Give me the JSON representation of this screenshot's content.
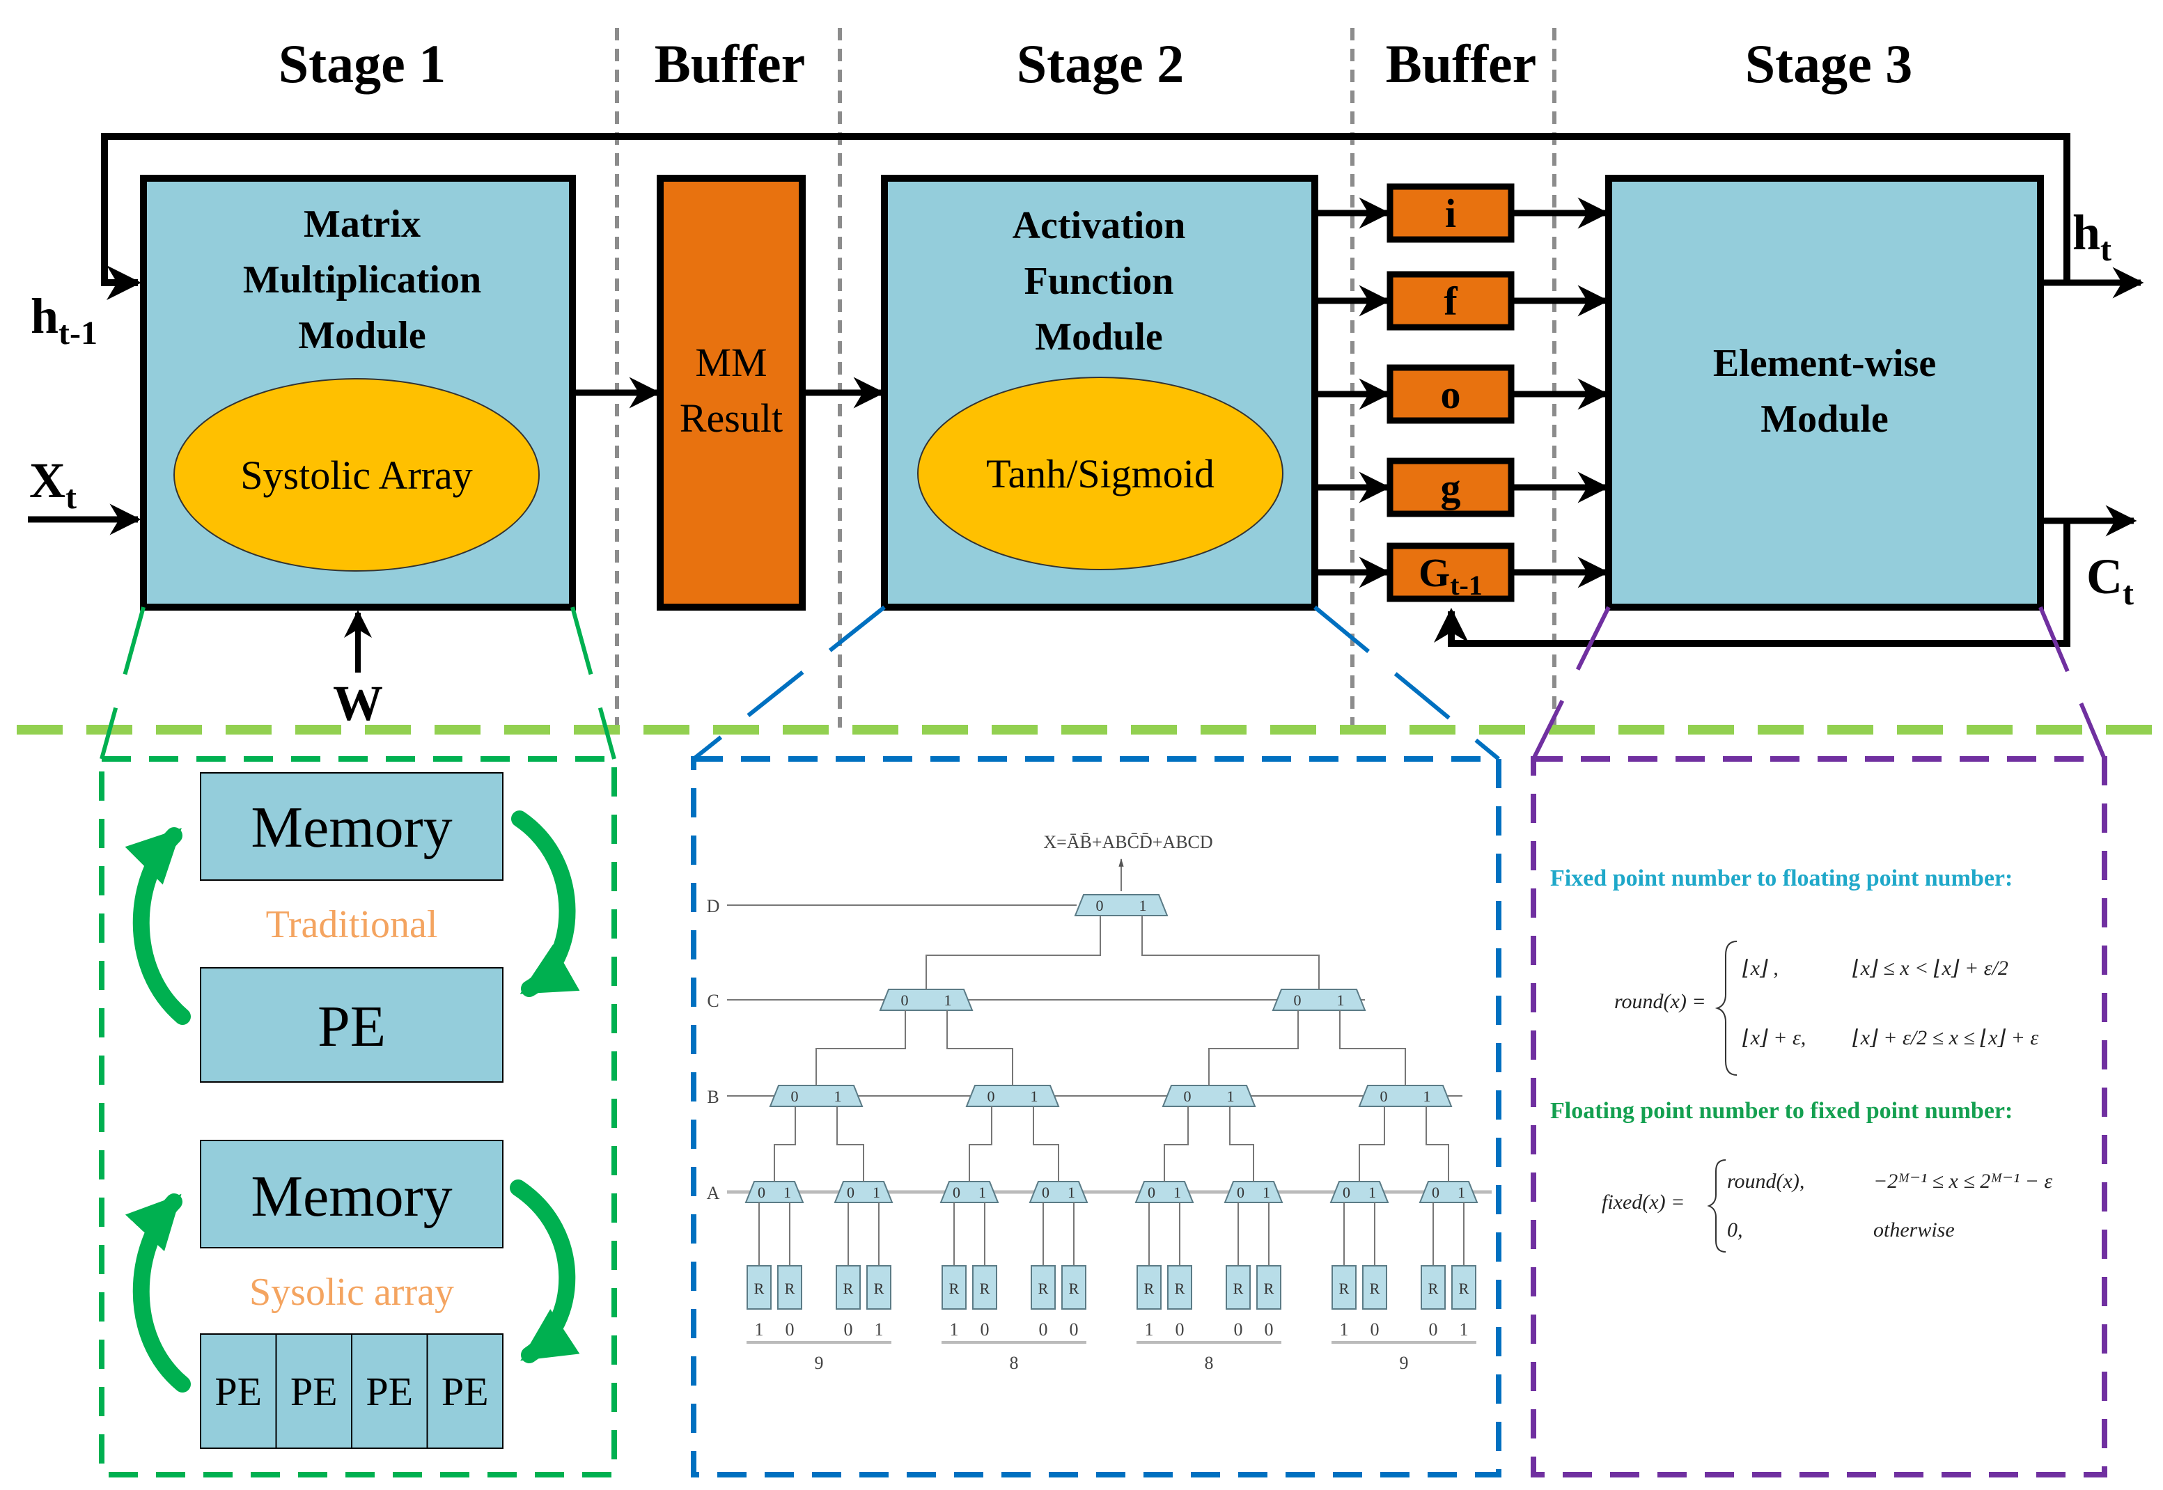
{
  "stages": [
    {
      "id": "stage1",
      "label": "Stage 1"
    },
    {
      "id": "buffer1",
      "label": "Buffer"
    },
    {
      "id": "stage2",
      "label": "Stage 2"
    },
    {
      "id": "buffer2",
      "label": "Buffer"
    },
    {
      "id": "stage3",
      "label": "Stage 3"
    }
  ],
  "inputs": {
    "h_prev": {
      "base": "h",
      "sub": "t-1"
    },
    "x_t": {
      "base": "X",
      "sub": "t"
    },
    "w": {
      "base": "W"
    }
  },
  "outputs": {
    "h_t": {
      "base": "h",
      "sub": "t"
    },
    "c_t": {
      "base": "C",
      "sub": "t"
    }
  },
  "modules": {
    "matrix_mult": {
      "title_lines": [
        "Matrix",
        "Multiplication",
        "Module"
      ],
      "inner": "Systolic Array"
    },
    "mm_result": {
      "title_lines": [
        "MM",
        "Result"
      ]
    },
    "activation": {
      "title_lines": [
        "Activation",
        "Function",
        "Module"
      ],
      "inner": "Tanh/Sigmoid"
    },
    "elementwise": {
      "title_lines": [
        "Element-wise",
        "Module"
      ]
    }
  },
  "gates": [
    {
      "base": "i",
      "sub": ""
    },
    {
      "base": "f",
      "sub": ""
    },
    {
      "base": "o",
      "sub": ""
    },
    {
      "base": "g",
      "sub": ""
    },
    {
      "base": "G",
      "sub": "t-1"
    }
  ],
  "systolic_panel": {
    "traditional": {
      "memory": "Memory",
      "pe": "PE",
      "caption": "Traditional"
    },
    "systolic": {
      "memory": "Memory",
      "pes": [
        "PE",
        "PE",
        "PE",
        "PE"
      ],
      "caption": "Sysolic array"
    }
  },
  "mux_panel": {
    "expression": "X=ĀB̄+ABC̄D̄+ABCD",
    "select_lines": [
      "D",
      "C",
      "B",
      "A"
    ],
    "mux_inputs": [
      "0",
      "1"
    ],
    "register_label": "R",
    "register_bits": [
      "1",
      "0",
      "0",
      "1",
      "1",
      "0",
      "0",
      "0",
      "1",
      "0",
      "0",
      "0",
      "1",
      "0",
      "0",
      "1"
    ],
    "group_values": [
      "9",
      "8",
      "8",
      "9"
    ]
  },
  "formula_panel": {
    "heading1": "Fixed point number to floating point number:",
    "round_lhs": "round(x) =",
    "round_case1_value": "⌊x⌋ ,",
    "round_case1_cond": "⌊x⌋ ≤ x < ⌊x⌋ + ε/2",
    "round_case2_value": "⌊x⌋ + ε,",
    "round_case2_cond": "⌊x⌋ + ε/2 ≤ x ≤ ⌊x⌋ + ε",
    "heading2": "Floating point number to fixed point number:",
    "fixed_lhs": "fixed(x) =",
    "fixed_case1_value": "round(x),",
    "fixed_case1_cond": "−2ᴹ⁻¹ ≤ x ≤ 2ᴹ⁻¹ − ε",
    "fixed_case2_value": "0,",
    "fixed_case2_cond": "otherwise"
  },
  "colors": {
    "module_fill": "#94CDDB",
    "buffer_fill": "#E8720F",
    "ellipse_fill": "#FFC000",
    "stage_divider": "#8C8C8C",
    "separator": "#92D050",
    "panel_green": "#00B050",
    "panel_blue": "#0070C0",
    "panel_purple": "#7030A0",
    "caption_orange": "#F4A460",
    "heading_cyan": "#1FA8C9",
    "heading_green": "#14A050",
    "mux_fill": "#B8DDE8"
  }
}
